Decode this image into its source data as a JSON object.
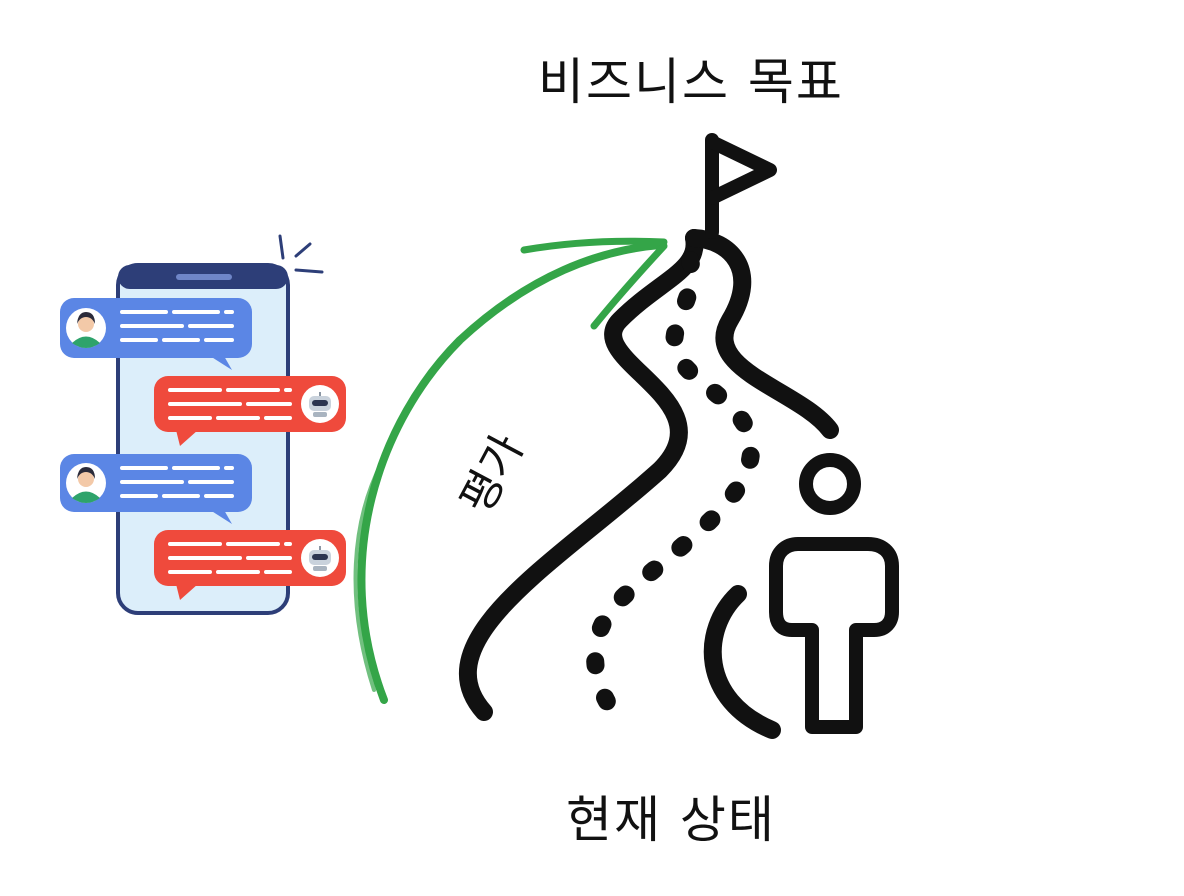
{
  "diagram": {
    "goal_label": "비즈니스 목표",
    "current_label": "현재 상태",
    "evaluation_label": "평가"
  },
  "colors": {
    "user_bubble": "#5b86e5",
    "bot_bubble": "#ef4a3c",
    "arrow": "#34a548",
    "phone_screen": "#dceefa",
    "phone_frame": "#2d3e78",
    "ink": "#111111"
  },
  "icons": {
    "flag": "goal-flag-icon",
    "person": "person-icon",
    "user_avatar": "user-avatar-icon",
    "bot_avatar": "robot-avatar-icon",
    "phone": "smartphone-icon"
  }
}
